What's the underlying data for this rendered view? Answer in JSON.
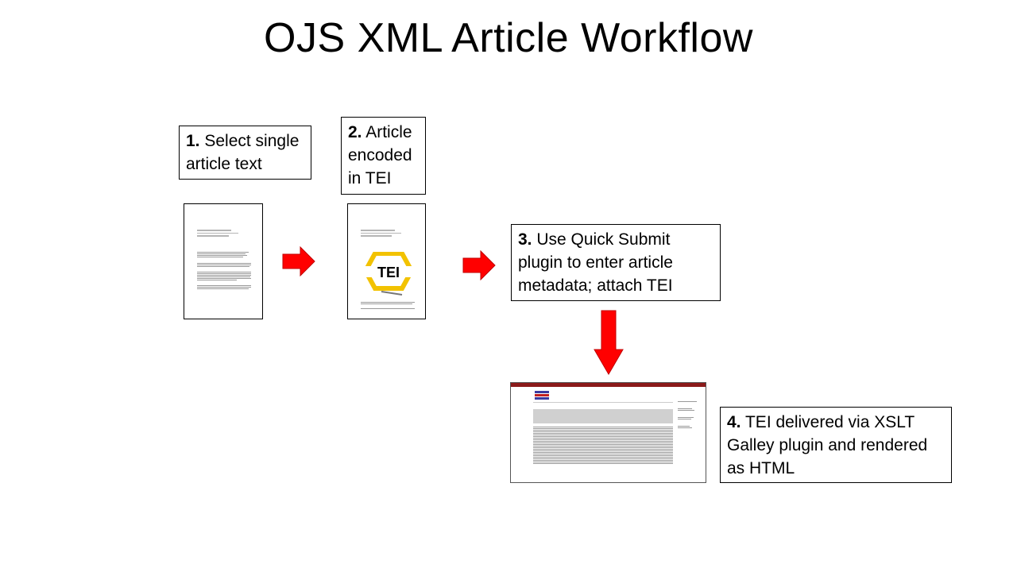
{
  "title": "OJS XML Article Workflow",
  "steps": [
    {
      "num": "1.",
      "text": "Select single article text"
    },
    {
      "num": "2.",
      "text": "Article encoded in TEI"
    },
    {
      "num": "3.",
      "text": "Use Quick Submit plugin to enter article metadata; attach TEI"
    },
    {
      "num": "4.",
      "text": "TEI delivered via XSLT Galley plugin and rendered as HTML"
    }
  ],
  "logo": {
    "text": "TEI"
  },
  "colors": {
    "arrow": "#ff0000",
    "logo_yellow": "#f2c200",
    "web_header": "#8b1a1a"
  }
}
